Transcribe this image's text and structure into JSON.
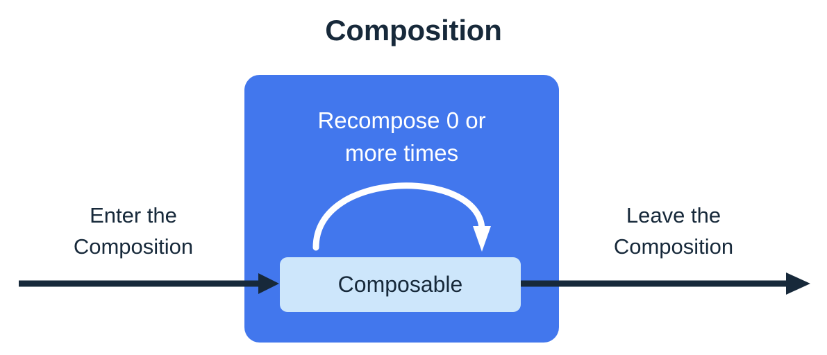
{
  "title": "Composition",
  "colors": {
    "background": "#ffffff",
    "dark_navy": "#17293a",
    "composition_blue": "#4277ed",
    "composable_light_blue": "#cde6fb",
    "arc_white": "#ffffff"
  },
  "labels": {
    "enter": {
      "line1": "Enter the",
      "line2": "Composition"
    },
    "leave": {
      "line1": "Leave the",
      "line2": "Composition"
    }
  },
  "composition": {
    "caption": {
      "line1": "Recompose 0 or",
      "line2": "more times"
    },
    "composable_label": "Composable"
  },
  "arrows": {
    "enter_arrow": "arrow-right-icon",
    "leave_arrow": "arrow-right-icon",
    "recompose_arc": "curved-loop-arrow-icon"
  }
}
